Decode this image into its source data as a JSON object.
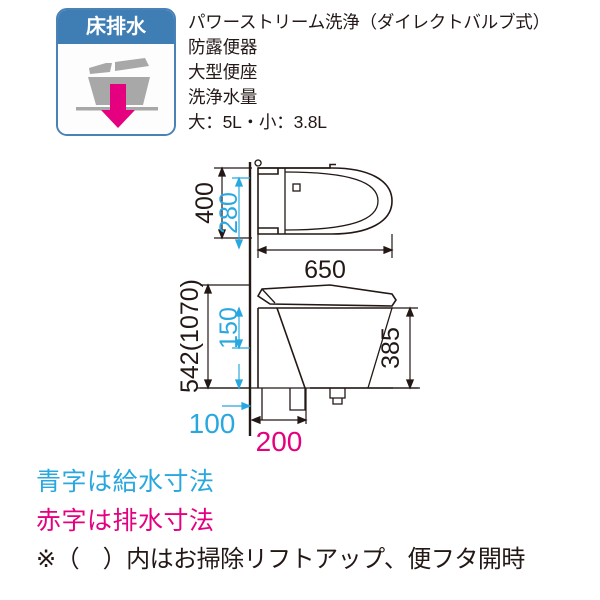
{
  "badge": {
    "title": "床排水",
    "icon": "toilet-floor-drain-icon",
    "header_color": "#3f7db5",
    "border_color": "#4a82b8",
    "arrow_color": "#e4007f",
    "toilet_color": "#a8a8a8"
  },
  "features": [
    "パワーストリーム洗浄（ダイレクトバルブ式）",
    "防露便器",
    "大型便座",
    "洗浄水量",
    "大：5L・小：3.8L"
  ],
  "drawing": {
    "top_view": {
      "depth_overall": "400",
      "depth_supply": "280",
      "width_overall": "650"
    },
    "side_view": {
      "height_overall": "542(1070)",
      "height_supply": "150",
      "height_bowl": "385",
      "offset_supply": "100",
      "offset_drain": "200"
    },
    "colors": {
      "line": "#231815",
      "supply": "#29a8e0",
      "drain": "#e4007f"
    }
  },
  "legend": {
    "supply": "青字は給水寸法",
    "drain": "赤字は排水寸法",
    "note": "※（　）内はお掃除リフトアップ、便フタ開時"
  }
}
